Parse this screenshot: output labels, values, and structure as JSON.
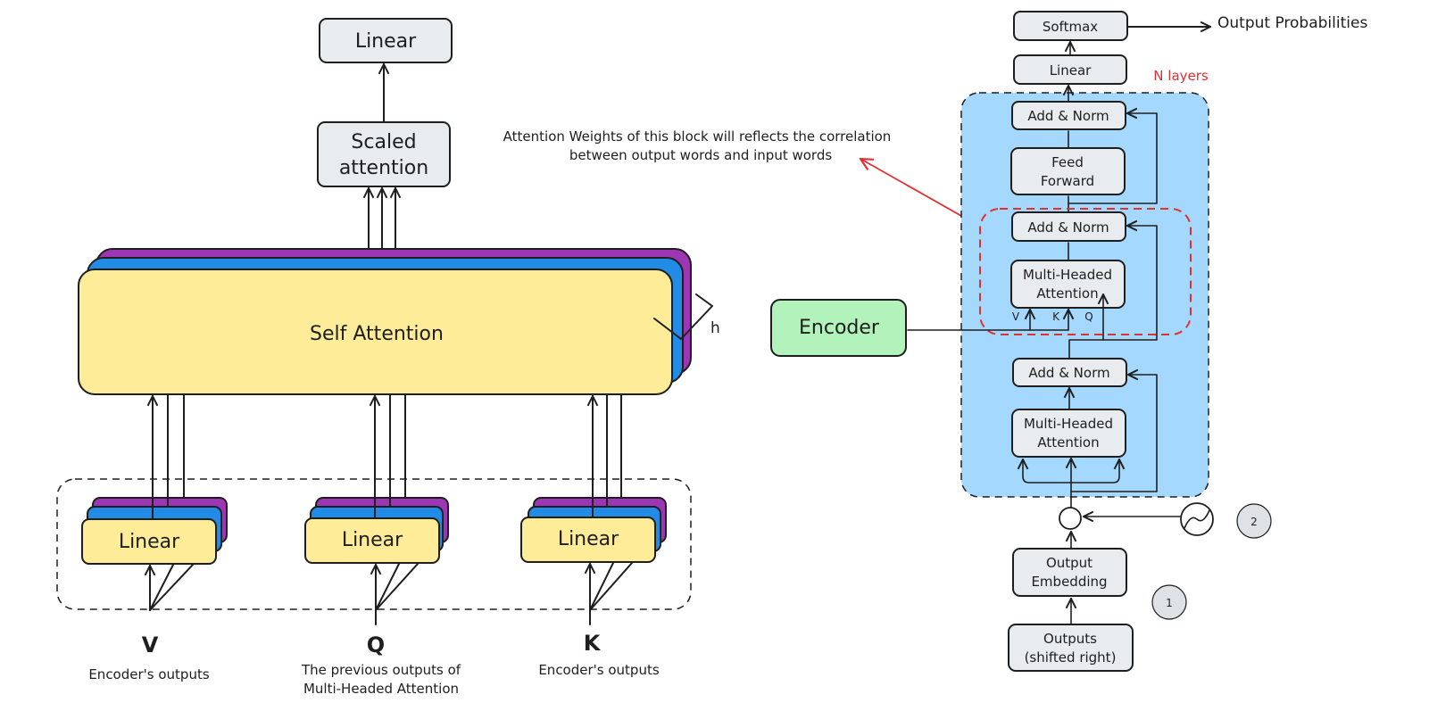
{
  "left": {
    "linear_top": "Linear",
    "scaled_line1": "Scaled",
    "scaled_line2": "attention",
    "self_attention": "Self Attention",
    "h": "h",
    "linear_v": "Linear",
    "linear_q": "Linear",
    "linear_k": "Linear",
    "v_letter": "V",
    "q_letter": "Q",
    "k_letter": "K",
    "v_desc": "Encoder's outputs",
    "q_desc_line1": "The previous outputs of",
    "q_desc_line2": "Multi-Headed Attention",
    "k_desc": "Encoder's outputs"
  },
  "annotation": {
    "line1": "Attention Weights of this block will reflects the correlation",
    "line2": "between output words and input words"
  },
  "right": {
    "softmax": "Softmax",
    "output_probabilities": "Output Probabilities",
    "linear": "Linear",
    "n_layers": "N layers",
    "add_norm_top": "Add & Norm",
    "feed_forward_1": "Feed",
    "feed_forward_2": "Forward",
    "add_norm_mid": "Add & Norm",
    "mha_cross_1": "Multi-Headed",
    "mha_cross_2": "Attention",
    "v_label": "V",
    "k_label": "K",
    "q_label": "Q",
    "encoder": "Encoder",
    "add_norm_bottom": "Add & Norm",
    "mha_self_1": "Multi-Headed",
    "mha_self_2": "Attention",
    "output_embedding_1": "Output",
    "output_embedding_2": "Embedding",
    "outputs_1": "Outputs",
    "outputs_2": "(shifted right)",
    "badge_1": "1",
    "badge_2": "2"
  },
  "colors": {
    "gray_box": "#e9ecef",
    "yellow": "#ffec99",
    "blue": "#228be6",
    "purple": "#9c36b5",
    "green": "#b2f2bb",
    "panel": "#a5d8ff",
    "annotation_red": "#e03131"
  }
}
